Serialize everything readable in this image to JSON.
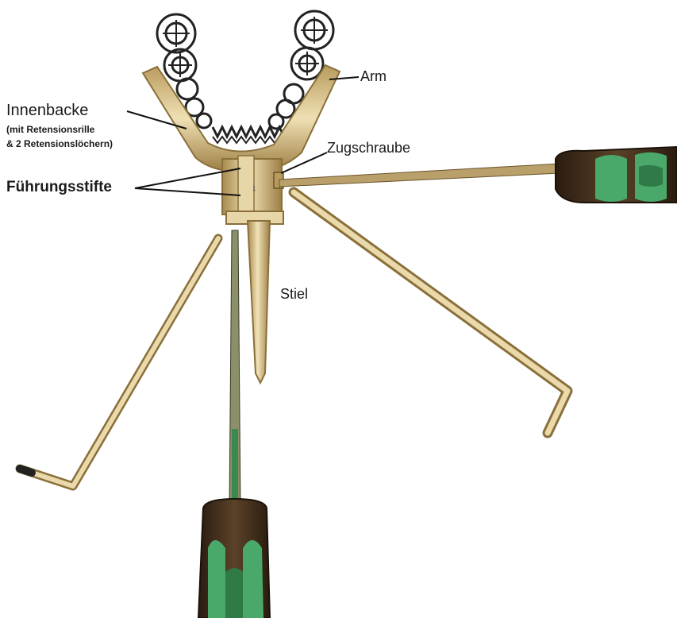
{
  "labels": {
    "arm": "Arm",
    "innenbacke": "Innenbacke",
    "innenbacke_note_1": "(mit Retensionsrille",
    "innenbacke_note_2": "& 2 Retensionslöchern)",
    "zugschraube": "Zugschraube",
    "fuehrungsstifte": "Führungsstifte",
    "stiel": "Stiel"
  },
  "colors": {
    "brass": "#c8ad72",
    "brass_light": "#e6d3a3",
    "brass_dark": "#8a6f3a",
    "handle_green": "#3a9e5c",
    "handle_brown": "#3b2a1a",
    "teeth_line": "#222222"
  }
}
